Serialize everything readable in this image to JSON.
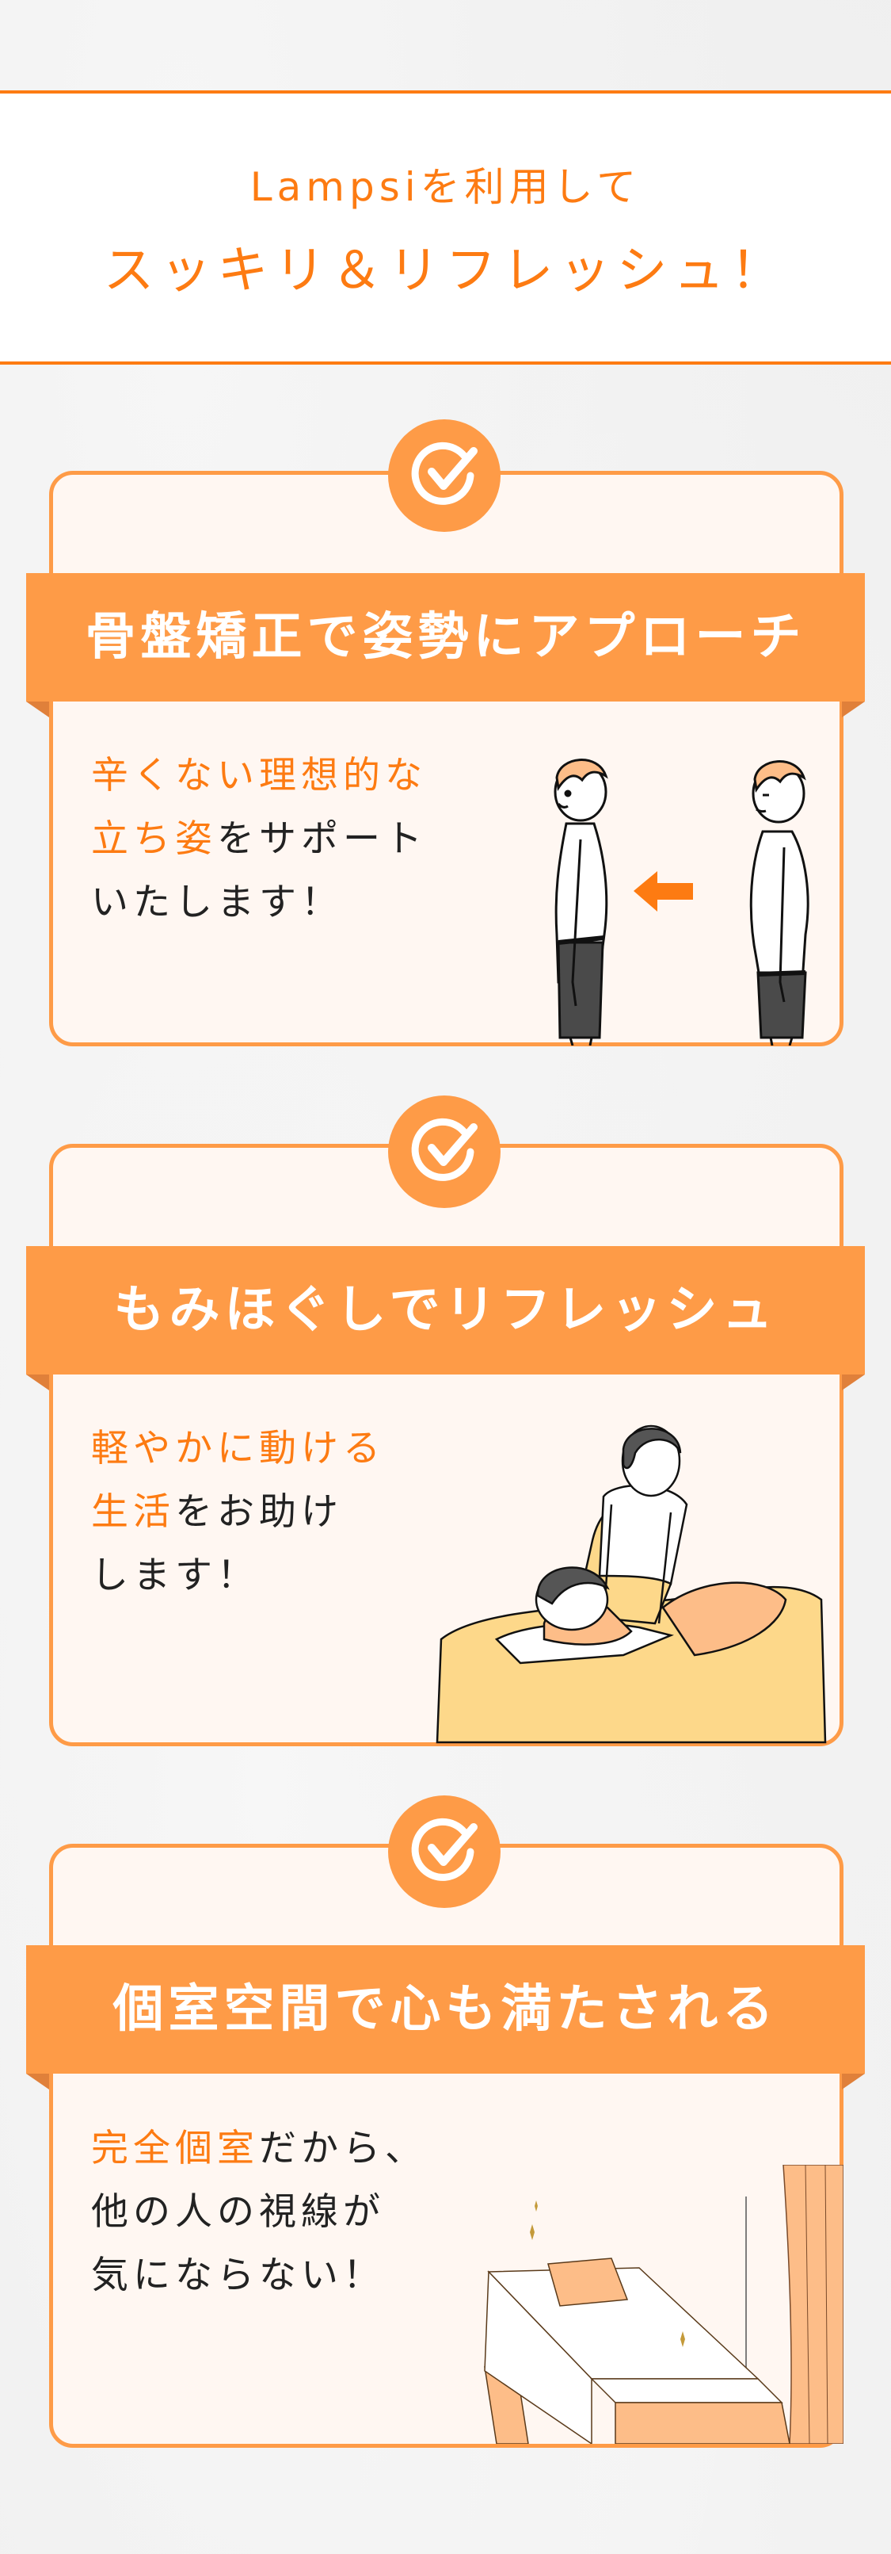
{
  "header": {
    "line1": "Lampsiを利用して",
    "line2": "スッキリ＆リフレッシュ！"
  },
  "colors": {
    "accent": "#fd7b12",
    "card_border": "#fe9b47",
    "card_bg": "#fff7f2",
    "ribbon": "#fe9b47",
    "text": "#222222"
  },
  "cards": [
    {
      "icon": "check-circle-icon",
      "title": "骨盤矯正で姿勢にアプローチ",
      "lines": [
        [
          {
            "text": "辛くない理想的な",
            "hl": true
          }
        ],
        [
          {
            "text": "立ち姿",
            "hl": true
          },
          {
            "text": "をサポート",
            "hl": false
          }
        ],
        [
          {
            "text": "いたします！",
            "hl": false
          }
        ]
      ],
      "illustration": "posture-comparison-illustration"
    },
    {
      "icon": "check-circle-icon",
      "title": "もみほぐしでリフレッシュ",
      "lines": [
        [
          {
            "text": "軽やかに動ける",
            "hl": true
          }
        ],
        [
          {
            "text": "生活",
            "hl": true
          },
          {
            "text": "をお助け",
            "hl": false
          }
        ],
        [
          {
            "text": "します！",
            "hl": false
          }
        ]
      ],
      "illustration": "massage-illustration"
    },
    {
      "icon": "check-circle-icon",
      "title": "個室空間で心も満たされる",
      "lines": [
        [
          {
            "text": "完全個室",
            "hl": true
          },
          {
            "text": "だから、",
            "hl": false
          }
        ],
        [
          {
            "text": "他の人の視線が",
            "hl": false
          }
        ],
        [
          {
            "text": "気にならない！",
            "hl": false
          }
        ]
      ],
      "illustration": "private-room-bed-illustration"
    }
  ]
}
